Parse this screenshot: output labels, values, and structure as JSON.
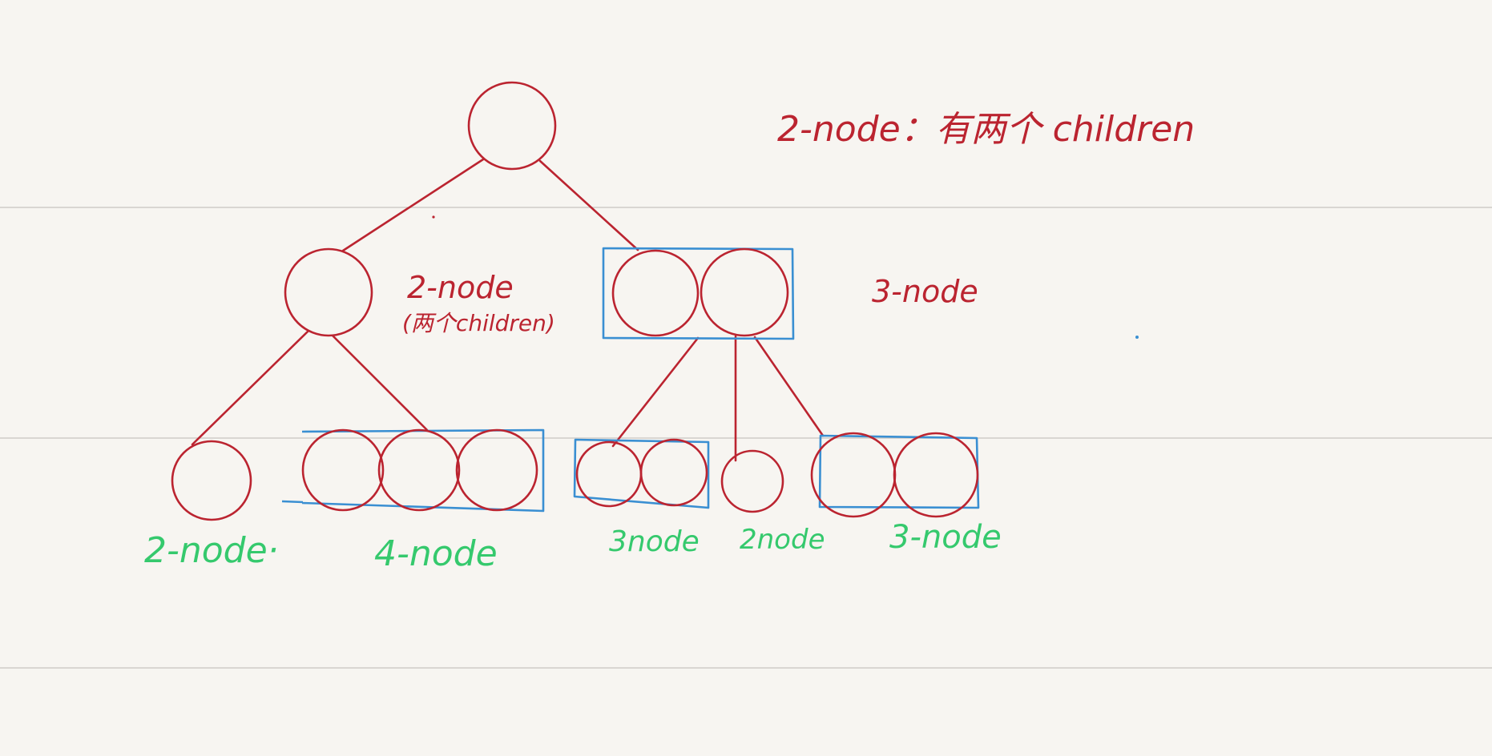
{
  "annotations": {
    "legend_top": "2-node：有两个 children",
    "left_label_line1": "2-node",
    "left_label_line2": "(两个children)",
    "right_label": "3-node"
  },
  "bottom_labels": {
    "b1": "2-node·",
    "b2": "4-node",
    "b3": "3node",
    "b4": "2node",
    "b5": "3-node"
  },
  "colors": {
    "ink_red": "#bb2430",
    "ink_blue": "#3a8fd2",
    "ink_green": "#35c96d",
    "paper": "#f7f5f1",
    "ruled_line": "#cfccc7"
  },
  "tree": {
    "root": {
      "type": "2-node",
      "keys": 1
    },
    "children": [
      {
        "type": "2-node",
        "keys": 1,
        "children_types": [
          "2-node",
          "4-node"
        ]
      },
      {
        "type": "3-node",
        "keys": 2,
        "children_types": [
          "3-node",
          "2-node",
          "3-node"
        ]
      }
    ]
  }
}
